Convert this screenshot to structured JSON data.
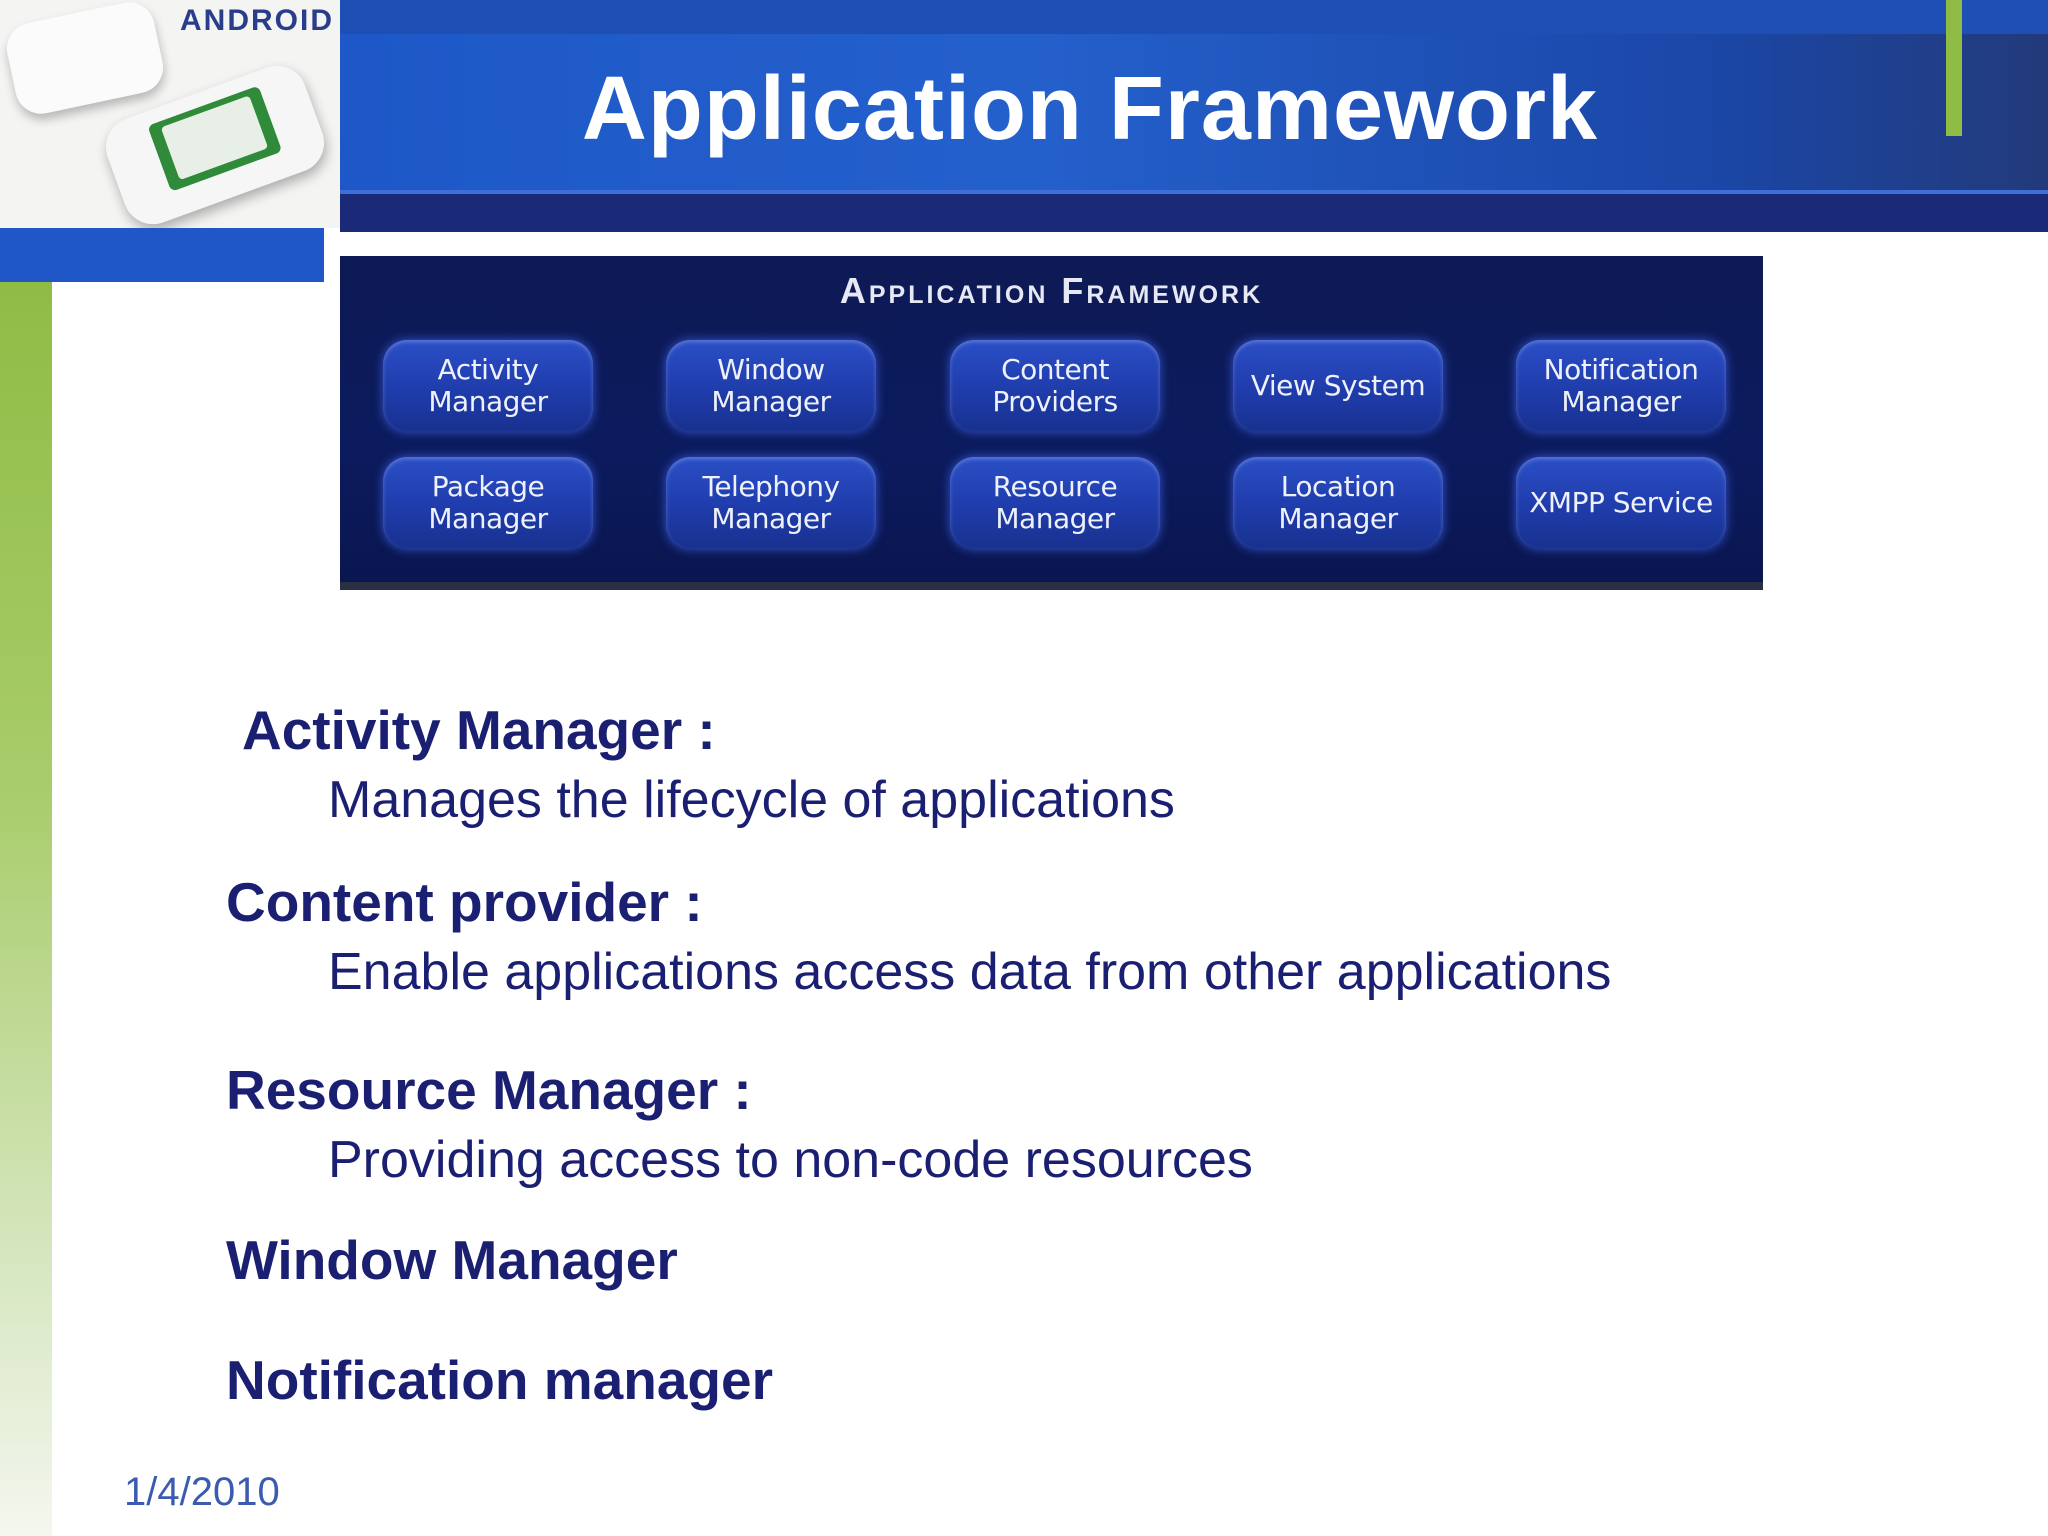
{
  "slide": {
    "title": "Application Framework",
    "date": "1/4/2010"
  },
  "logo": {
    "brand_text": "ANDROID"
  },
  "diagram": {
    "title": "Application Framework",
    "row1": [
      "Activity Manager",
      "Window Manager",
      "Content Providers",
      "View System",
      "Notification Manager"
    ],
    "row2": [
      "Package Manager",
      "Telephony Manager",
      "Resource Manager",
      "Location Manager",
      "XMPP Service"
    ]
  },
  "items": [
    {
      "heading": "Activity Manager :",
      "description": "Manages the lifecycle of applications"
    },
    {
      "heading": "Content provider :",
      "description": "Enable applications  access data from other applications"
    },
    {
      "heading": "Resource Manager :",
      "description": "Providing access to non-code resources"
    },
    {
      "heading": "Window Manager",
      "description": ""
    },
    {
      "heading": "Notification manager",
      "description": ""
    }
  ],
  "colors": {
    "header_blue": "#1e58c8",
    "accent_green": "#8fbc45",
    "text_navy": "#1b1f72",
    "diagram_bg": "#0c1b5e"
  }
}
